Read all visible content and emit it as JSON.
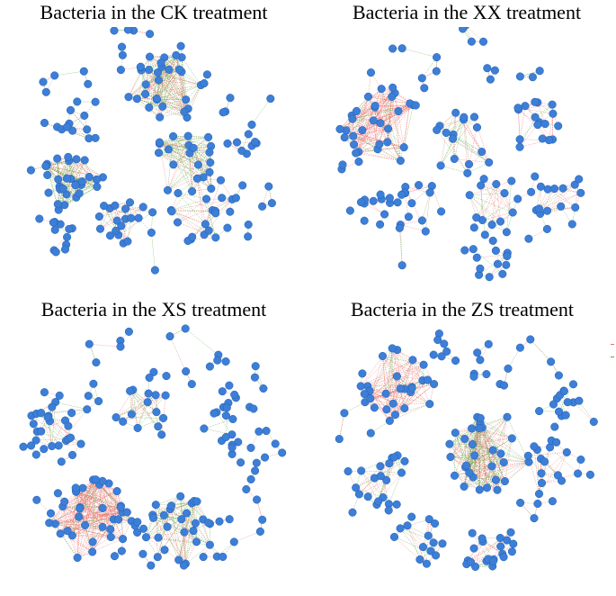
{
  "panels": [
    {
      "title": "Bacteria in the CK treatment",
      "clusters": [
        {
          "n": 26,
          "tone": "green",
          "density": 3
        },
        {
          "n": 20,
          "tone": "green",
          "density": 3
        },
        {
          "n": 22,
          "tone": "green",
          "density": 3
        },
        {
          "n": 16,
          "tone": "mixed",
          "density": 2
        },
        {
          "n": 14,
          "tone": "mixed",
          "density": 2
        },
        {
          "n": 10,
          "tone": "mixed",
          "density": 2
        },
        {
          "n": 10,
          "tone": "red",
          "density": 1
        },
        {
          "n": 9,
          "tone": "mixed",
          "density": 1
        }
      ],
      "peripheral_nodes": 55
    },
    {
      "title": "Bacteria in the XX treatment",
      "clusters": [
        {
          "n": 26,
          "tone": "red",
          "density": 3
        },
        {
          "n": 16,
          "tone": "mixed",
          "density": 2
        },
        {
          "n": 14,
          "tone": "red",
          "density": 2
        },
        {
          "n": 14,
          "tone": "mixed",
          "density": 2
        },
        {
          "n": 12,
          "tone": "red",
          "density": 2
        },
        {
          "n": 12,
          "tone": "red",
          "density": 2
        },
        {
          "n": 9,
          "tone": "red",
          "density": 1
        },
        {
          "n": 10,
          "tone": "red",
          "density": 1
        }
      ],
      "peripheral_nodes": 45
    },
    {
      "title": "Bacteria in the XS treatment",
      "clusters": [
        {
          "n": 30,
          "tone": "red",
          "density": 3
        },
        {
          "n": 22,
          "tone": "mixed",
          "density": 3
        },
        {
          "n": 16,
          "tone": "mixed",
          "density": 2
        },
        {
          "n": 14,
          "tone": "mixed",
          "density": 2
        },
        {
          "n": 10,
          "tone": "mixed",
          "density": 1
        }
      ],
      "peripheral_nodes": 90
    },
    {
      "title": "Bacteria in the ZS treatment",
      "clusters": [
        {
          "n": 24,
          "tone": "red",
          "density": 3
        },
        {
          "n": 30,
          "tone": "green",
          "density": 3
        },
        {
          "n": 16,
          "tone": "mixed",
          "density": 2
        },
        {
          "n": 14,
          "tone": "mixed",
          "density": 2
        },
        {
          "n": 14,
          "tone": "red",
          "density": 2
        },
        {
          "n": 12,
          "tone": "mixed",
          "density": 2
        },
        {
          "n": 10,
          "tone": "mixed",
          "density": 1
        }
      ],
      "peripheral_nodes": 55
    }
  ],
  "colors": {
    "node": "#3d7ed6",
    "node_stroke": "#1f5fb6",
    "positive_edge": "#f06a6a",
    "negative_edge": "#5aa640",
    "label": "#333333"
  }
}
